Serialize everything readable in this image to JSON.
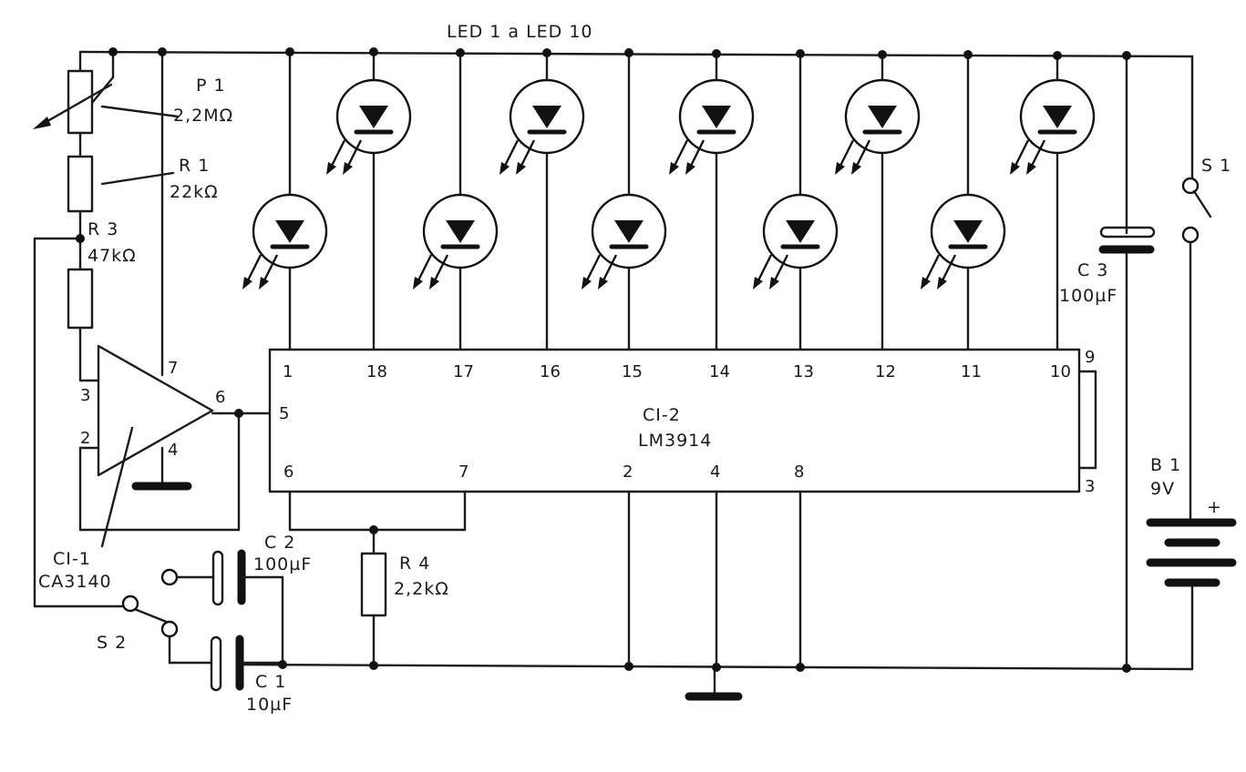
{
  "header": {
    "led_range": "LED 1   a   LED 10"
  },
  "components": {
    "P1": {
      "name": "P 1",
      "value": "2,2MΩ"
    },
    "R1": {
      "name": "R 1",
      "value": "22kΩ"
    },
    "R3": {
      "name": "R 3",
      "value": "47kΩ"
    },
    "R4": {
      "name": "R 4",
      "value": "2,2kΩ"
    },
    "C1": {
      "name": "C 1",
      "value": "10µF"
    },
    "C2": {
      "name": "C 2",
      "value": "100µF"
    },
    "C3": {
      "name": "C 3",
      "value": "100µF"
    },
    "S1": {
      "name": "S 1"
    },
    "S2": {
      "name": "S 2"
    },
    "B1": {
      "name": "B 1",
      "value": "9V",
      "polarity": "+"
    },
    "CI1": {
      "name": "CI-1",
      "part": "CA3140",
      "pins": [
        "7",
        "3",
        "2",
        "4",
        "6"
      ]
    },
    "CI2": {
      "name": "CI-2",
      "part": "LM3914",
      "top_pins": [
        "1",
        "18",
        "17",
        "16",
        "15",
        "14",
        "13",
        "12",
        "11",
        "10"
      ],
      "bottom_pins": [
        "6",
        "7",
        "2",
        "4",
        "8"
      ],
      "left_pin": "5",
      "right_pins": [
        "9",
        "3"
      ]
    }
  },
  "leds": {
    "count": 10
  }
}
